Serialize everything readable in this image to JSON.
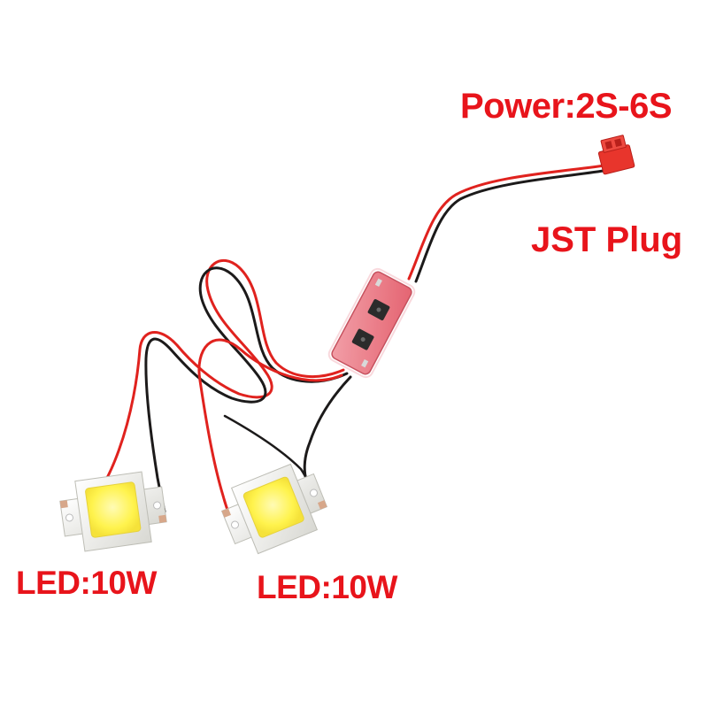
{
  "labels": {
    "power": "Power:2S-6S",
    "plug": "JST Plug",
    "led_left": "LED:10W",
    "led_right": "LED:10W"
  },
  "colors": {
    "text": "#e8141b",
    "wire_red": "#e0221e",
    "wire_black": "#1c1a1a",
    "connector": "#e8352c",
    "board": "#e66c78",
    "led_chip": "#fff34d",
    "led_frame": "#f3f3ee"
  },
  "icons": {
    "product": "led-driver-module-photo",
    "connector": "jst-plug-icon",
    "driver": "driver-board-icon",
    "led": "led-chip-icon"
  }
}
